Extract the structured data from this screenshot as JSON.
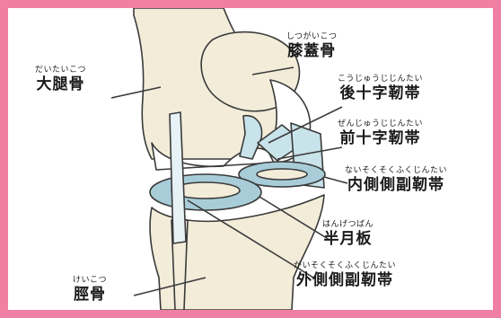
{
  "labels": {
    "femur": {
      "furigana": "だいたいこつ",
      "name": "大腿骨"
    },
    "patella": {
      "furigana": "しつがいこつ",
      "name": "膝蓋骨"
    },
    "pcl": {
      "furigana": "こうじゅうじじんたい",
      "name": "後十字靭帯"
    },
    "acl": {
      "furigana": "ぜんじゅうじじんたい",
      "name": "前十字靭帯"
    },
    "mcl": {
      "furigana": "ないそくそくふくじんたい",
      "name": "内側側副靭帯"
    },
    "meniscus": {
      "furigana": "はんげつばん",
      "name": "半月板"
    },
    "lcl": {
      "furigana": "がいそくそくふくじんたい",
      "name": "外側側副靭帯"
    },
    "tibia": {
      "furigana": "けいこつ",
      "name": "脛骨"
    }
  },
  "colors": {
    "frame": "#ef7fa3",
    "bone": "#f2ecd9",
    "cartilage": "#ffffff",
    "meniscus": "#a8cdd8",
    "ligament": "#c9e3ea",
    "outline": "#3a3a3a"
  }
}
